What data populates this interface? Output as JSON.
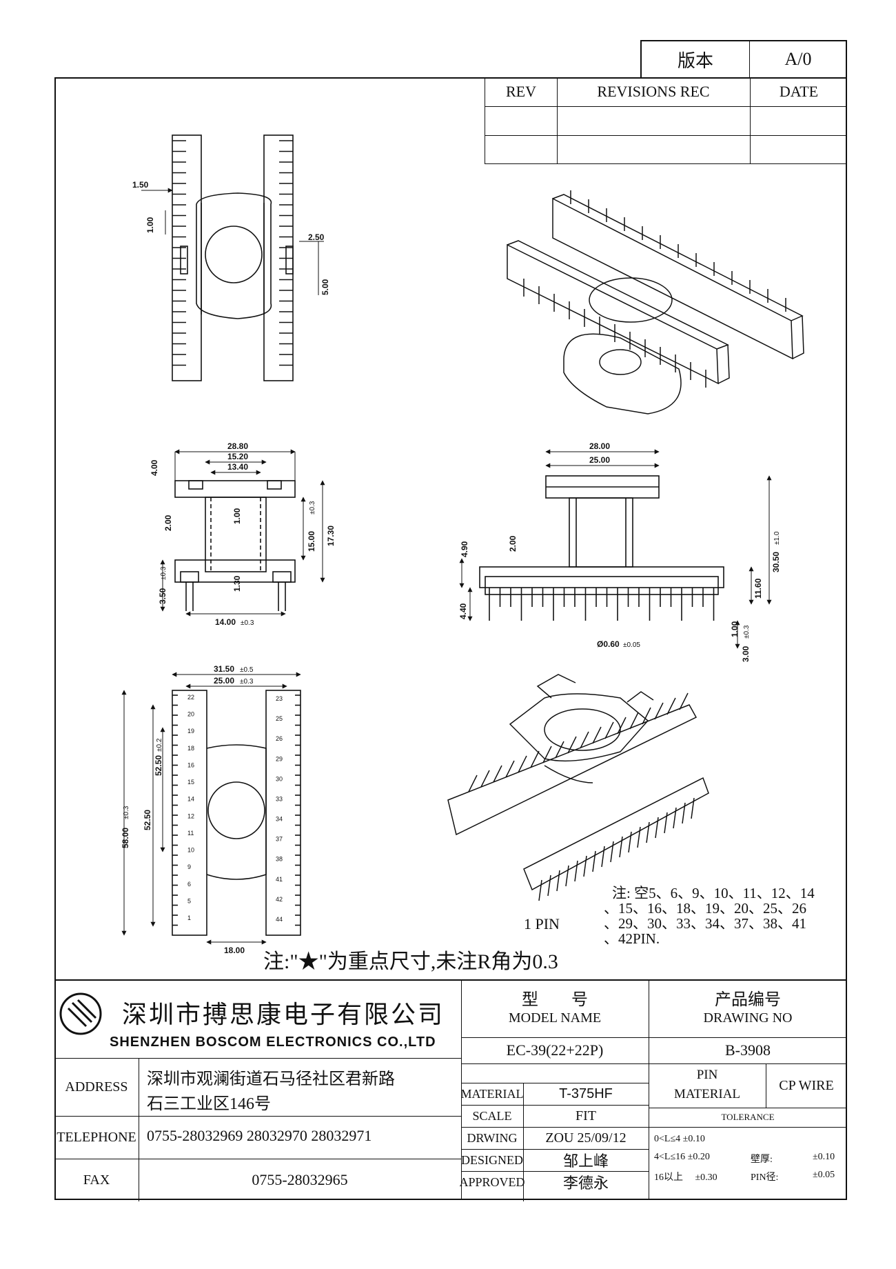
{
  "header": {
    "version_label": "版本",
    "version_value": "A/0",
    "rev_label": "REV",
    "revisions_label": "REVISIONS REC",
    "date_label": "DATE"
  },
  "dims_top": {
    "d1": "1.50",
    "d2": "1.00",
    "d3": "2.50",
    "d4": "5.00"
  },
  "dims_side": {
    "a": "28.80",
    "b": "15.20",
    "c": "13.40",
    "d": "4.00",
    "e": "2.00",
    "f": "1.00",
    "g": "15.00",
    "g_tol": "±0.3",
    "h": "17.30",
    "i": "1.30",
    "j": "14.00",
    "j_tol": "±0.3",
    "k": "3.50",
    "k_tol": "±0.3"
  },
  "dims_front": {
    "k": "28.00",
    "l": "25.00",
    "m": "4.90",
    "n": "2.00",
    "o": "30.50",
    "o_tol": "±1.0",
    "p": "11.60",
    "q": "4.40",
    "r": "Ø0.60",
    "r_tol": "±0.05",
    "s": "1.00",
    "t": "3.00",
    "t_tol": "±0.3"
  },
  "dims_bottom": {
    "s": "31.50",
    "s_tol": "±0.5",
    "t": "25.00",
    "t_tol": "±0.3",
    "u": "58.00",
    "u_tol": "±0.3",
    "v": "52.50",
    "w": "52.50",
    "w_tol": "±0.2",
    "x": "18.00",
    "left_pins": [
      "22",
      "20",
      "19",
      "18",
      "16",
      "15",
      "14",
      "12",
      "11",
      "10",
      "9",
      "6",
      "5",
      "1"
    ],
    "right_pins": [
      "23",
      "25",
      "26",
      "29",
      "30",
      "33",
      "34",
      "37",
      "38",
      "41",
      "42",
      "44"
    ]
  },
  "notes": {
    "pin_one": "1 PIN",
    "empty_pins_line1": "注: 空5、6、9、10、11、12、14",
    "empty_pins_line2": "、15、16、18、19、20、25、26",
    "empty_pins_line3": "、29、30、33、34、37、38、41",
    "empty_pins_line4": "、42PIN.",
    "key_dimension_note": "注:\"★\"为重点尺寸,未注R角为0.3"
  },
  "title_block": {
    "company_cn": "深圳市搏思康电子有限公司",
    "company_en": "SHENZHEN BOSCOM ELECTRONICS CO.,LTD",
    "model_label_cn": "型　　号",
    "model_label_en": "MODEL NAME",
    "drawing_label_cn": "产品编号",
    "drawing_label_en": "DRAWING NO",
    "model_value": "EC-39(22+22P)",
    "drawing_value": "B-3908",
    "address_label": "ADDRESS",
    "address_line1": "深圳市观澜街道石马径社区君新路",
    "address_line2": "石三工业区146号",
    "telephone_label": "TELEPHONE",
    "telephone_value": "0755-28032969 28032970 28032971",
    "fax_label": "FAX",
    "fax_value": "0755-28032965",
    "material_label": "MATERIAL",
    "material_value": "T-375HF",
    "pin_material_label_1": "PIN",
    "pin_material_label_2": "MATERIAL",
    "pin_material_value": "CP WIRE",
    "scale_label": "SCALE",
    "scale_value": "FIT",
    "tolerance_label": "TOLERANCE",
    "drwing_label": "DRWING",
    "drwing_value": "ZOU 25/09/12",
    "designed_label": "DESIGNED",
    "designed_value": "邹上峰",
    "approved_label": "APPROVED",
    "approved_value": "李德永",
    "tol_line1": "0<L≤4  ±0.10",
    "tol_line2": "4<L≤16  ±0.20",
    "tol_line3": "16以上　 ±0.30",
    "wall_label": "壁厚:",
    "wall_value": "±0.10",
    "pin_dia_label": "PIN径:",
    "pin_dia_value": "±0.05"
  }
}
